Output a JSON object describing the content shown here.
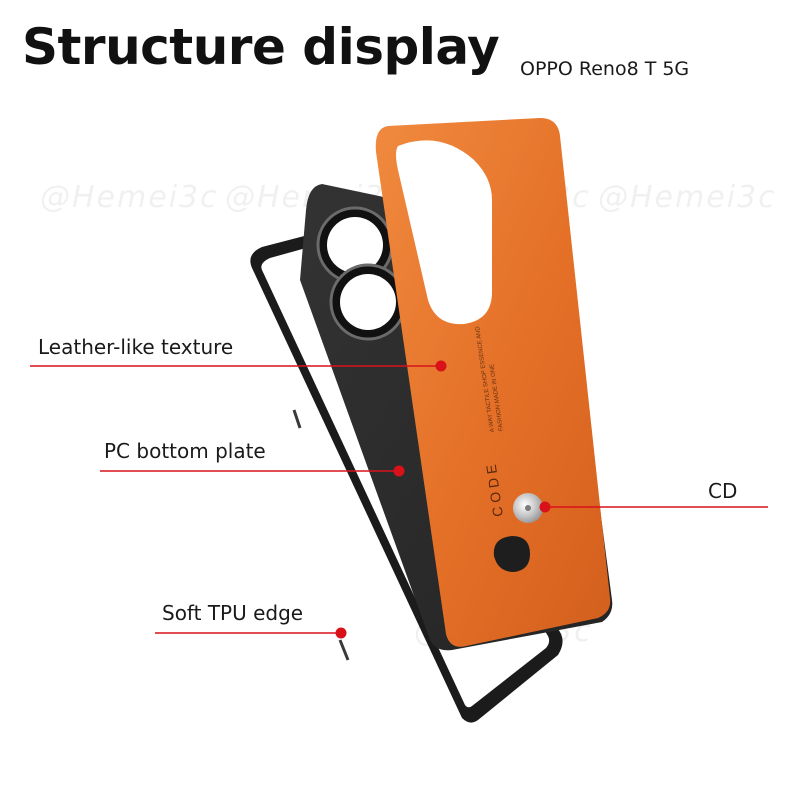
{
  "header": {
    "title": "Structure display",
    "model": "OPPO Reno8 T 5G"
  },
  "callouts": {
    "leather": "Leather-like texture",
    "pc_plate": "PC bottom plate",
    "tpu_edge": "Soft TPU edge",
    "cd": "CD"
  },
  "case_print": {
    "brand": "CODE",
    "tagline_1": "A WAY TACTILE SHOP ESSENCE AND",
    "tagline_2": "FASHION MADE IN ONE"
  },
  "watermark": "@Hemei3c",
  "colors": {
    "accent": "#d9121a",
    "leather": "#e8742c",
    "plate": "#2b2b2b",
    "tpu": "#1b1b1b"
  }
}
